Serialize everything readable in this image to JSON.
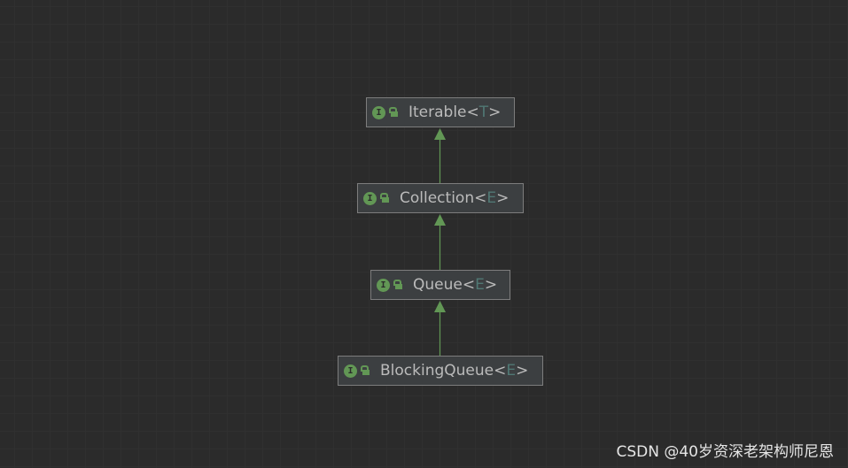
{
  "diagram": {
    "nodes": [
      {
        "id": "iterable",
        "kind": "interface",
        "badge_letter": "I",
        "name": "Iterable",
        "open": "<",
        "type_param": "T",
        "close": ">"
      },
      {
        "id": "collection",
        "kind": "interface",
        "badge_letter": "I",
        "name": "Collection",
        "open": "<",
        "type_param": "E",
        "close": ">"
      },
      {
        "id": "queue",
        "kind": "interface",
        "badge_letter": "I",
        "name": "Queue",
        "open": "<",
        "type_param": "E",
        "close": ">"
      },
      {
        "id": "blockingqueue",
        "kind": "interface",
        "badge_letter": "I",
        "name": "BlockingQueue",
        "open": "<",
        "type_param": "E",
        "close": ">"
      }
    ],
    "edges": [
      {
        "from": "collection",
        "to": "iterable",
        "relation": "extends"
      },
      {
        "from": "queue",
        "to": "collection",
        "relation": "extends"
      },
      {
        "from": "blockingqueue",
        "to": "queue",
        "relation": "extends"
      }
    ],
    "colors": {
      "background": "#2b2b2b",
      "node_fill": "#3c3f41",
      "node_border": "#7d7d7d",
      "edge": "#629755",
      "badge": "#629755",
      "type_param": "#507874"
    }
  },
  "watermark": "CSDN @40岁资深老架构师尼恩"
}
